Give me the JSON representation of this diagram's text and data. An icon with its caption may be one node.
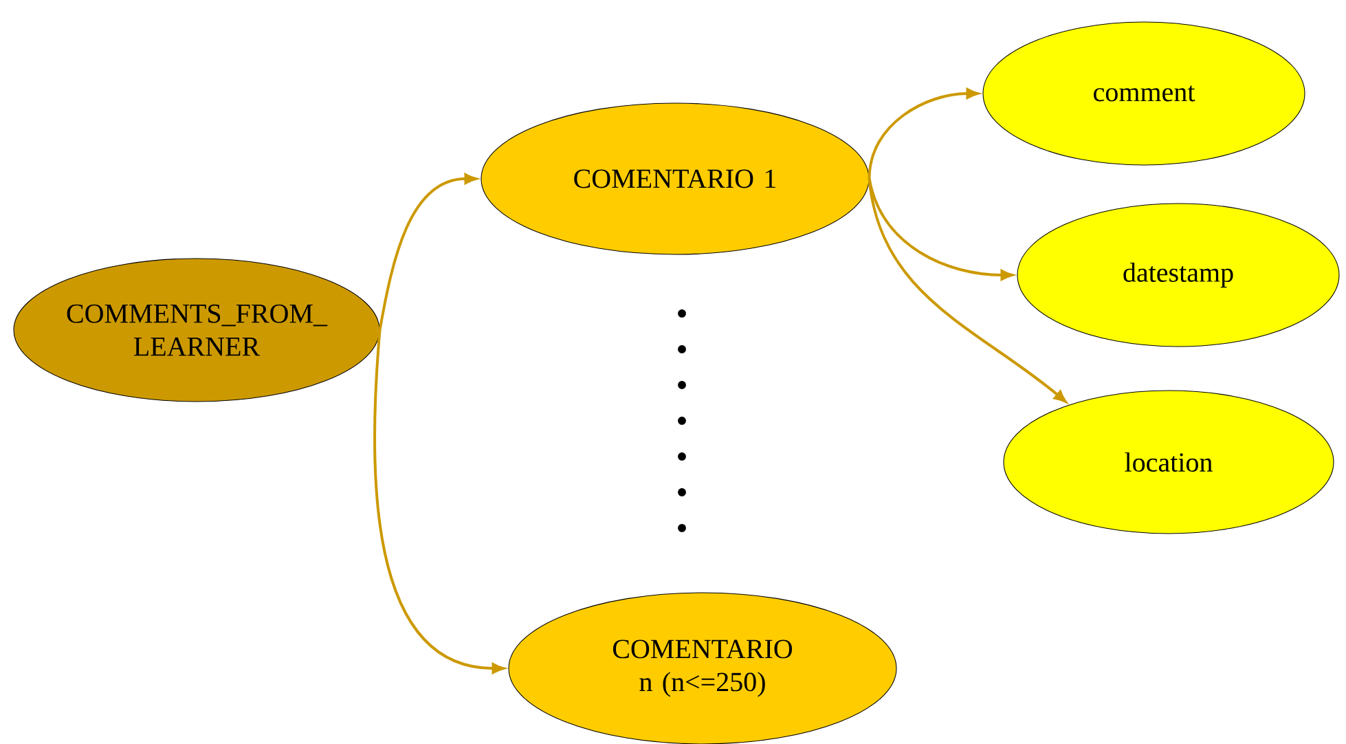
{
  "diagram": {
    "nodes": [
      {
        "text": [
          "COMMENTS_FROM_ LEARNER"
        ]
      },
      {
        "text": [
          "COMENTARIO 1"
        ]
      },
      {
        "text": [
          "COMENTARIO n (n<=250)"
        ]
      },
      {
        "text": [
          "comment"
        ]
      },
      {
        "text": [
          "datestamp"
        ]
      },
      {
        "text": [
          "location"
        ]
      }
    ],
    "edges": [
      {
        "from": 0,
        "to": 1,
        "arrow": "to"
      },
      {
        "from": 0,
        "to": 2,
        "arrow": "to"
      },
      {
        "from": 1,
        "to": 3,
        "arrow": "to"
      },
      {
        "from": 1,
        "to": 4,
        "arrow": "to"
      },
      {
        "from": 1,
        "to": 5,
        "arrow": "to"
      }
    ]
  }
}
